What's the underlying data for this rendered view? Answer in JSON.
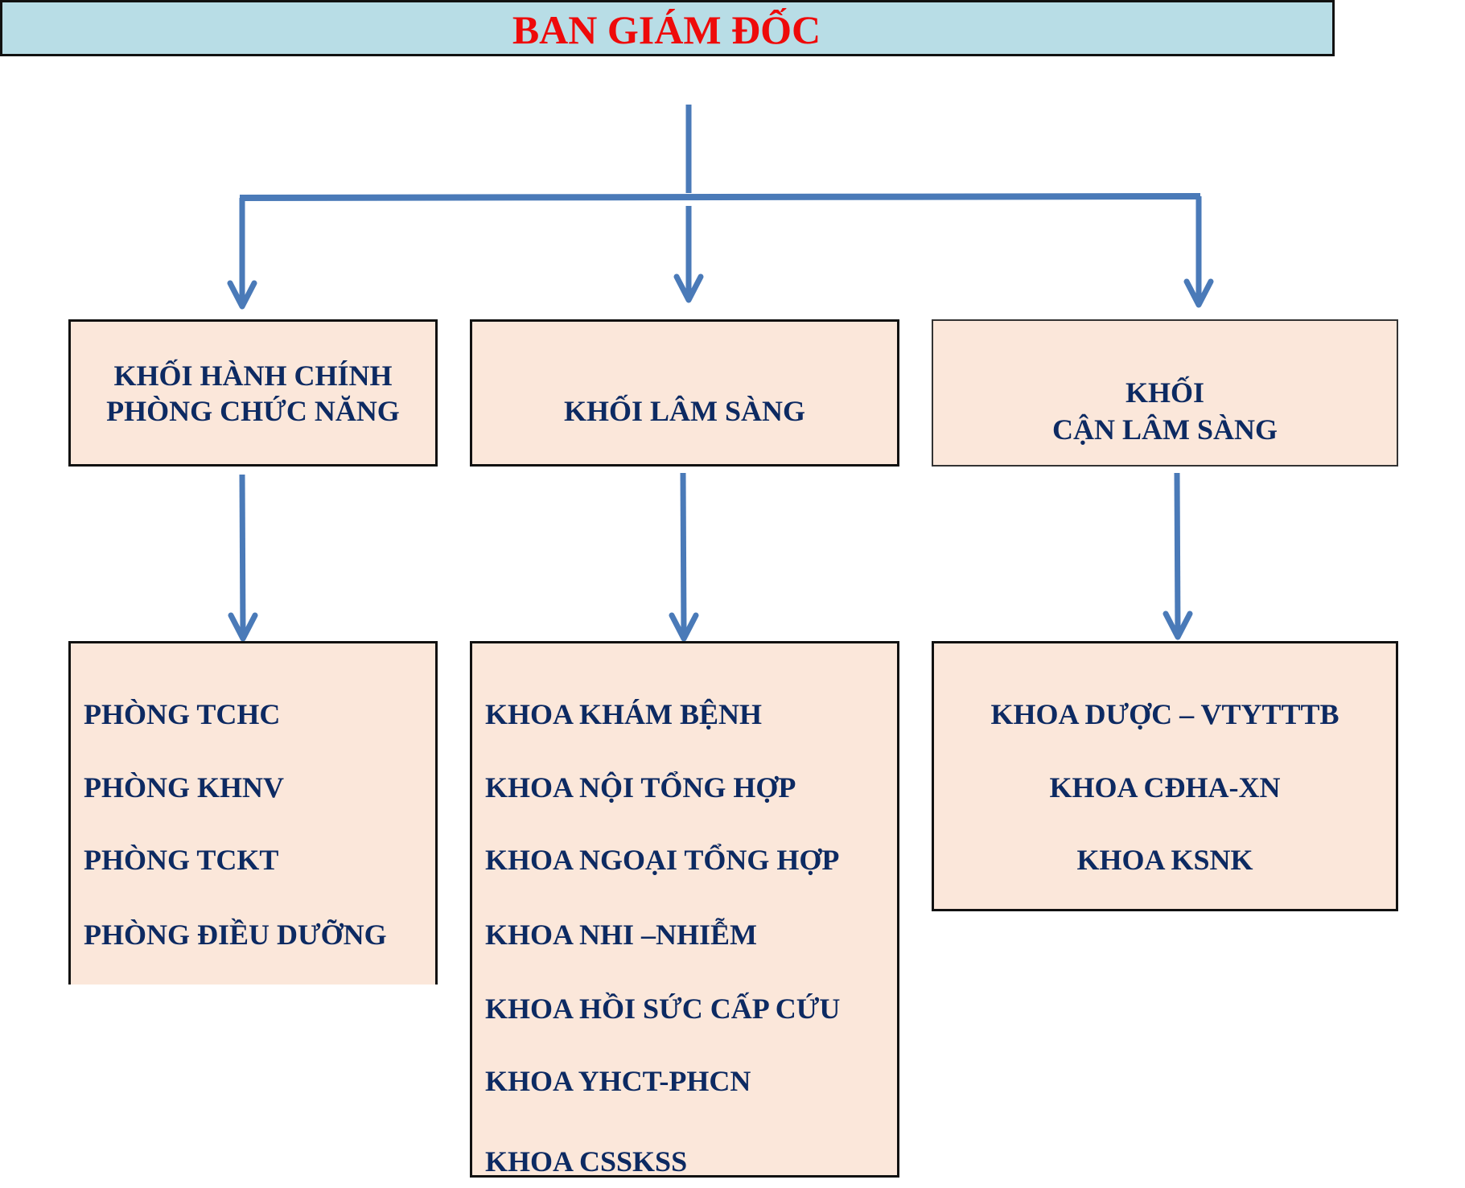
{
  "diagram": {
    "type": "org-chart",
    "root": {
      "title": "BAN GIÁM ĐỐC",
      "title_color": "#ee0a0a",
      "fill": "#b8dde6"
    },
    "connector_color": "#4a7ab8",
    "text_color": "#0d2a62",
    "box_fill": "#fbe7da",
    "groups": [
      {
        "heading_lines": [
          "KHỐI HÀNH CHÍNH",
          "PHÒNG CHỨC NĂNG"
        ],
        "members": [
          "PHÒNG TCHC",
          "PHÒNG KHNV",
          "PHÒNG TCKT",
          "PHÒNG ĐIỀU DƯỠNG"
        ]
      },
      {
        "heading_lines": [
          "KHỐI LÂM SÀNG"
        ],
        "members": [
          "KHOA KHÁM BỆNH",
          "KHOA NỘI TỔNG HỢP",
          "KHOA NGOẠI TỔNG HỢP",
          "KHOA NHI –NHIỄM",
          "KHOA HỒI SỨC CẤP CỨU",
          "KHOA YHCT-PHCN",
          "KHOA CSSKSS"
        ]
      },
      {
        "heading_lines": [
          "KHỐI",
          "CẬN LÂM SÀNG"
        ],
        "members": [
          "KHOA DƯỢC – VTYTTTB",
          "KHOA CĐHA-XN",
          "KHOA KSNK"
        ]
      }
    ],
    "edges": [
      {
        "from": "BAN GIÁM ĐỐC",
        "to": "KHỐI HÀNH CHÍNH PHÒNG CHỨC NĂNG"
      },
      {
        "from": "BAN GIÁM ĐỐC",
        "to": "KHỐI LÂM SÀNG"
      },
      {
        "from": "BAN GIÁM ĐỐC",
        "to": "KHỐI CẬN LÂM SÀNG"
      },
      {
        "from": "KHỐI HÀNH CHÍNH PHÒNG CHỨC NĂNG",
        "to": "group members 0"
      },
      {
        "from": "KHỐI LÂM SÀNG",
        "to": "group members 1"
      },
      {
        "from": "KHỐI CẬN LÂM SÀNG",
        "to": "group members 2"
      }
    ]
  }
}
